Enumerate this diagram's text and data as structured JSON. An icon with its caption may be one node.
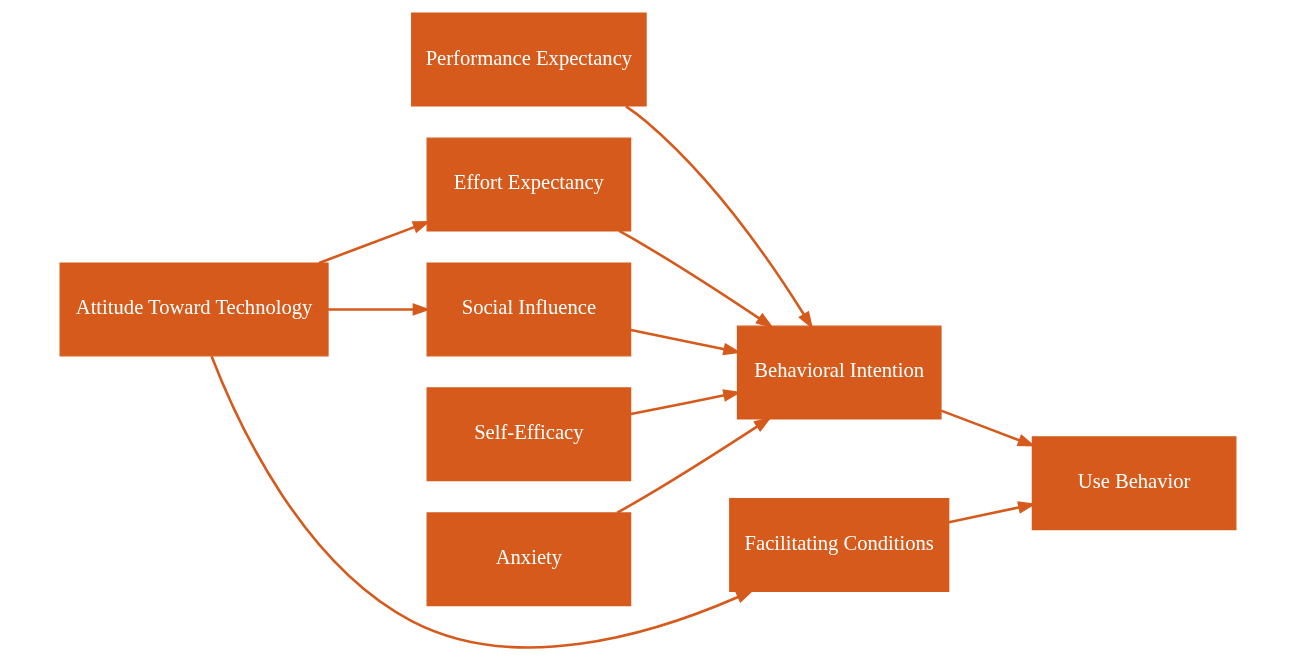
{
  "diagram": {
    "nodes": [
      {
        "text": [
          "Performance Expectancy"
        ]
      },
      {
        "text": [
          "Self-Efficacy"
        ]
      },
      {
        "text": [
          "Anxiety"
        ]
      },
      {
        "text": [
          "Effort Expectancy"
        ]
      },
      {
        "text": [
          "Attitude Toward Technology"
        ]
      },
      {
        "text": [
          "Social Influence"
        ]
      },
      {
        "text": [
          "Behavioral Intention"
        ]
      },
      {
        "text": [
          "Use Behavior"
        ]
      },
      {
        "text": [
          "Facilitating Conditions"
        ]
      }
    ],
    "edges": [
      {
        "from": 0,
        "to": 6,
        "arrow": "to"
      },
      {
        "from": 1,
        "to": 6,
        "arrow": "to"
      },
      {
        "from": 2,
        "to": 6,
        "arrow": "to"
      },
      {
        "from": 4,
        "to": 3,
        "arrow": "to"
      },
      {
        "from": 3,
        "to": 6,
        "arrow": "to"
      },
      {
        "from": 4,
        "to": 5,
        "arrow": "to"
      },
      {
        "from": 5,
        "to": 6,
        "arrow": "to"
      },
      {
        "from": 6,
        "to": 7,
        "arrow": "to"
      },
      {
        "from": 4,
        "to": 8,
        "arrow": "to"
      },
      {
        "from": 8,
        "to": 7,
        "arrow": "to"
      }
    ]
  }
}
